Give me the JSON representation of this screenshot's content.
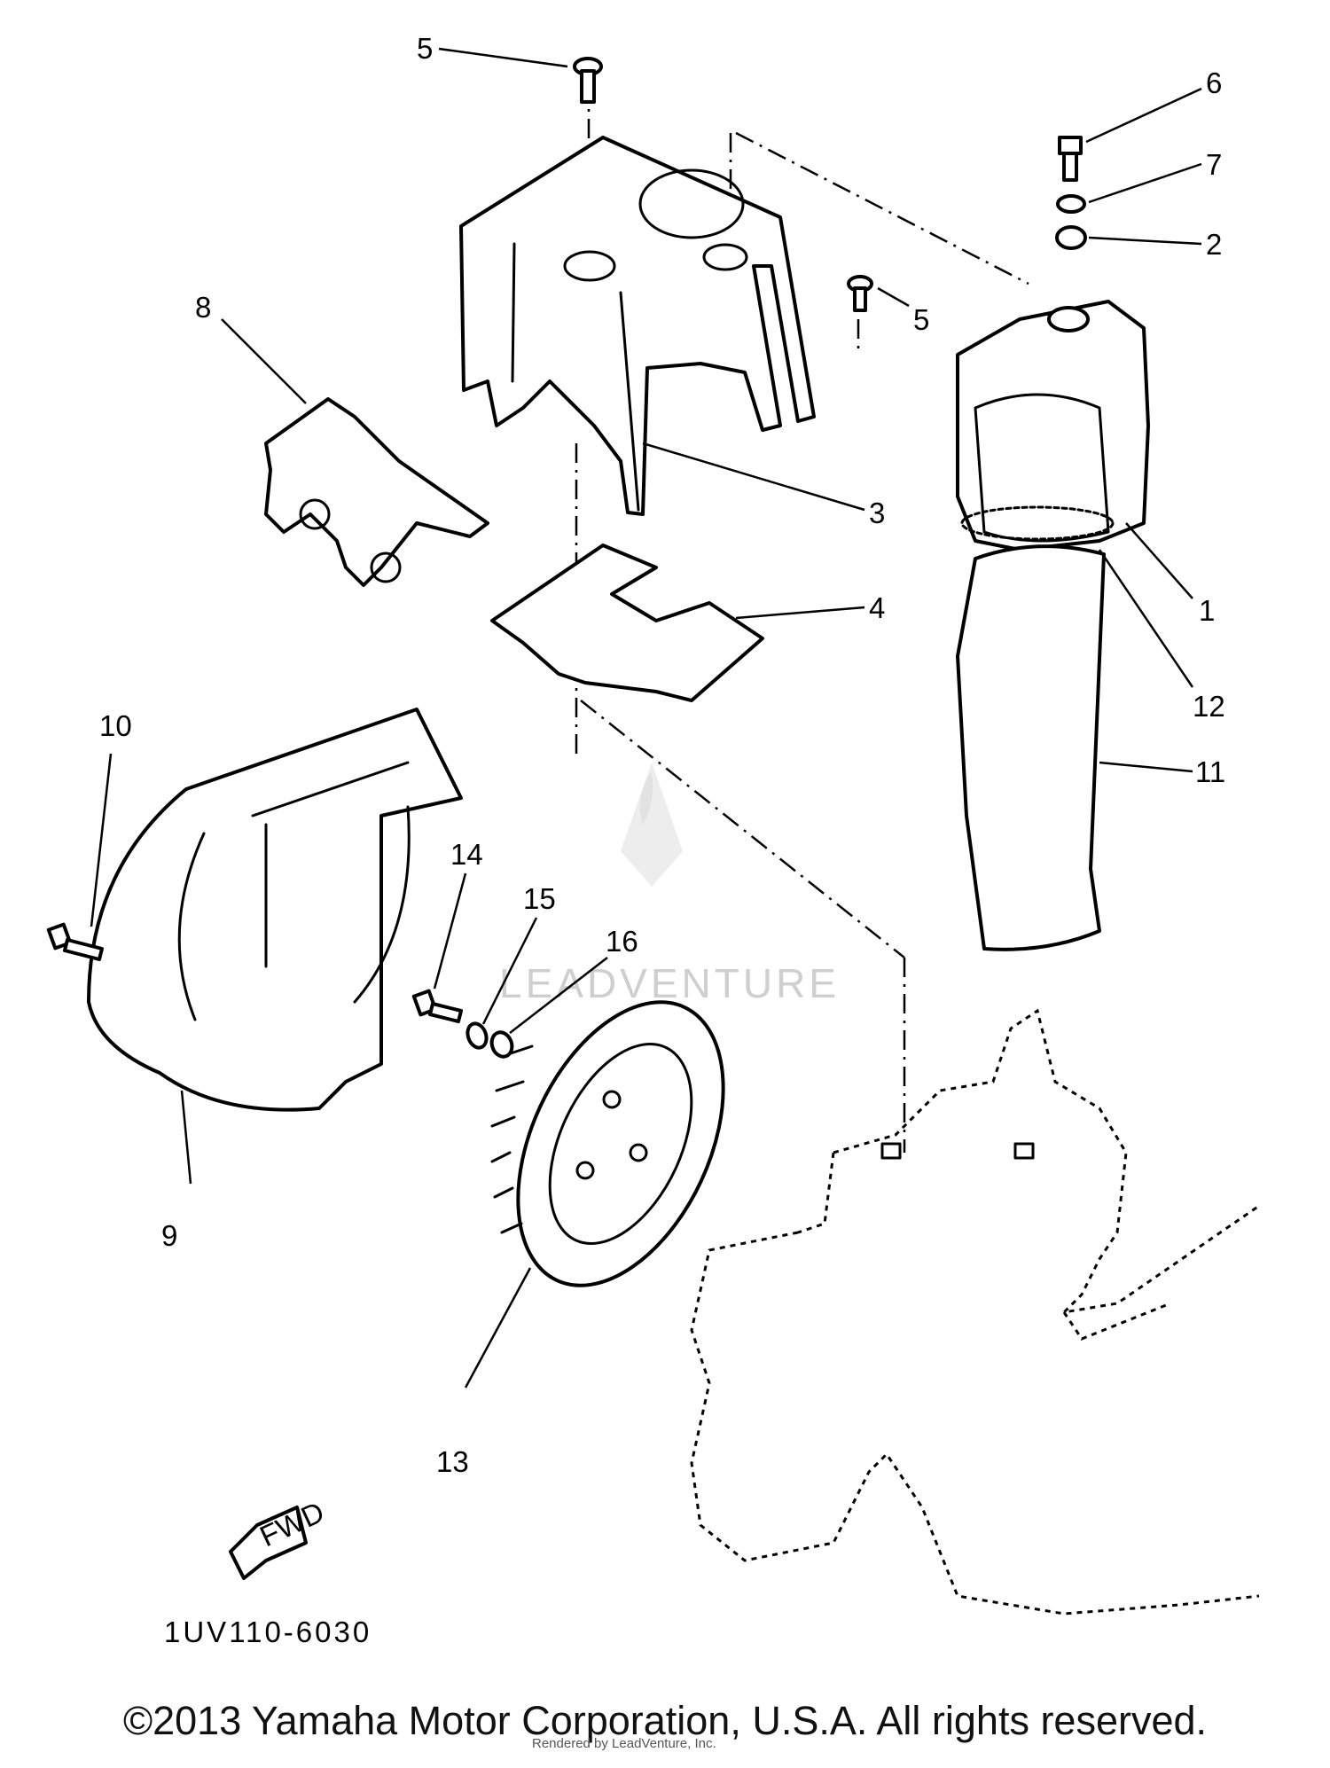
{
  "part_numbers": {
    "p1": "1",
    "p2": "2",
    "p3": "3",
    "p4": "4",
    "p5a": "5",
    "p5b": "5",
    "p6": "6",
    "p7": "7",
    "p8": "8",
    "p9": "9",
    "p10": "10",
    "p11": "11",
    "p12": "12",
    "p13": "13",
    "p14": "14",
    "p15": "15",
    "p16": "16"
  },
  "fwd_label": "FWD",
  "diagram_code": "1UV110-6030",
  "watermark": "LEADVENTURE",
  "copyright": "©2013 Yamaha Motor Corporation, U.S.A. All rights reserved.",
  "rendered_by": "Rendered by LeadVenture, Inc."
}
